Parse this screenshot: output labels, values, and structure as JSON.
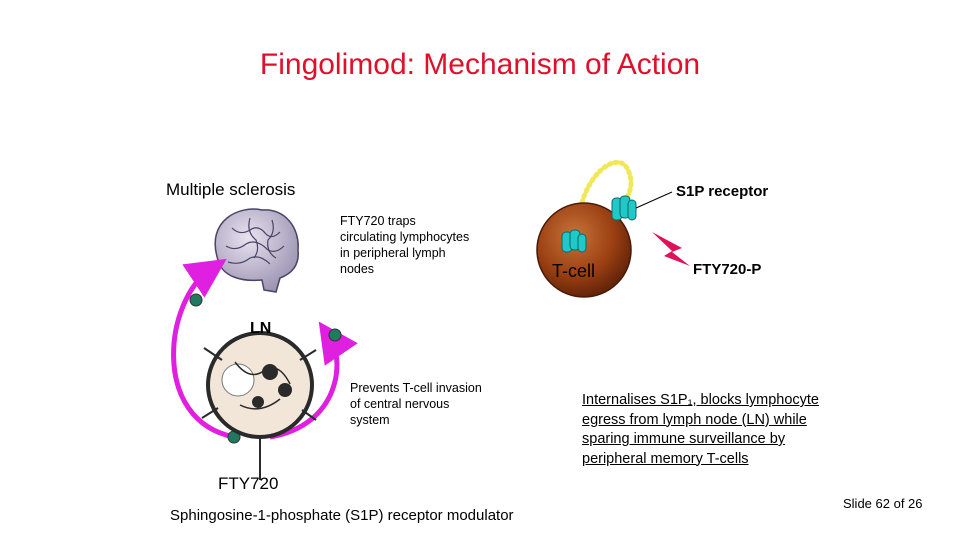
{
  "slide": {
    "title": "Fingolimod: Mechanism of Action",
    "slide_number": "Slide 62 of 26"
  },
  "diagram": {
    "multiple_sclerosis_label": "Multiple sclerosis",
    "s1p_receptor_label": "S1P receptor",
    "traps_text": "FTY720 traps circulating lymphocytes in peripheral lymph nodes",
    "tcell_label": "T-cell",
    "fty720p_label": "FTY720-P",
    "ln_label": "LN",
    "prevents_text": "Prevents T-cell invasion of central nervous system",
    "internalises_text": "Internalises S1P₁, blocks lymphocyte egress from lymph node (LN) while sparing immune surveillance by peripheral memory T-cells",
    "fty720_label": "FTY720",
    "modulator_caption": "Sphingosine-1-phosphate (S1P) receptor modulator"
  },
  "colors": {
    "title": "#e0102a",
    "arrow": "#e020e0",
    "node_dot": "#1f7a60",
    "tcell": "#9a3f12",
    "receptor": "#22c7c7",
    "lightning": "#e0105a",
    "ligand": "#f0e85a"
  },
  "icons": {
    "brain": "brain-icon",
    "lymph_node": "lymph-node-icon",
    "tcell": "t-cell-icon",
    "lightning": "lightning-bolt-icon"
  }
}
